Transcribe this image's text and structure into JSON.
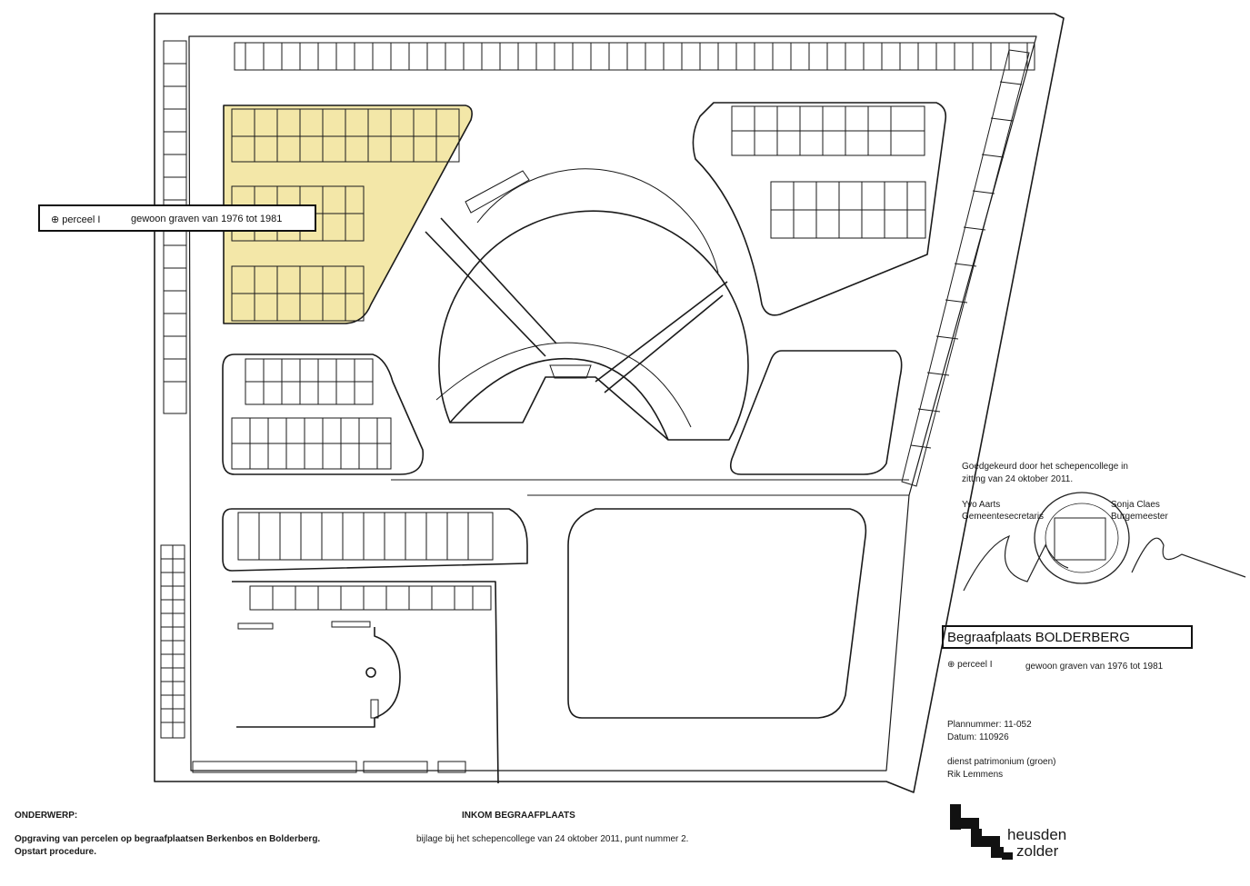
{
  "callout": {
    "parcel": "⊕ perceel I",
    "description": "gewoon graven van 1976 tot 1981"
  },
  "approval": {
    "line1": "Goedgekeurd door het schepencollege in",
    "line2": "zitting van 24 oktober 2011.",
    "left_name": "Yvo Aarts",
    "left_role": "Gemeentesecretaris",
    "right_name": "Sonja Claes",
    "right_role": "Burgemeester"
  },
  "legend": {
    "title": "Begraafplaats BOLDERBERG",
    "parcel": "⊕ perceel I",
    "description": "gewoon graven van 1976 tot 1981"
  },
  "plan_info": {
    "plan_number": "Plannummer: 11-052",
    "date": "Datum: 110926",
    "service": "dienst patrimonium (groen)",
    "author": "Rik Lemmens"
  },
  "footer": {
    "subject_label": "ONDERWERP:",
    "entrance": "INKOM BEGRAAFPLAATS",
    "subject_line1": "Opgraving van percelen op begraafplaatsen Berkenbos en Bolderberg.",
    "subject_line2": "Opstart procedure.",
    "annex": "bijlage bij het schepencollege van 24 oktober 2011, punt nummer 2."
  },
  "logo": {
    "line1": "heusden",
    "line2": "zolder"
  },
  "colors": {
    "highlight": "#f3e7a8",
    "ink": "#1a1a1a",
    "paper": "#ffffff"
  }
}
